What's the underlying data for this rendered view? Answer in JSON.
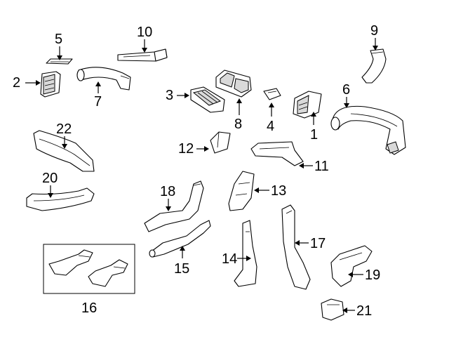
{
  "diagram": {
    "type": "exploded-parts-diagram",
    "background_color": "#ffffff",
    "line_color": "#000000",
    "callouts": {
      "c1": "1",
      "c2": "2",
      "c3": "3",
      "c4": "4",
      "c5": "5",
      "c6": "6",
      "c7": "7",
      "c8": "8",
      "c9": "9",
      "c10": "10",
      "c11": "11",
      "c12": "12",
      "c13": "13",
      "c14": "14",
      "c15": "15",
      "c16": "16",
      "c17": "17",
      "c18": "18",
      "c19": "19",
      "c20": "20",
      "c21": "21",
      "c22": "22"
    }
  }
}
